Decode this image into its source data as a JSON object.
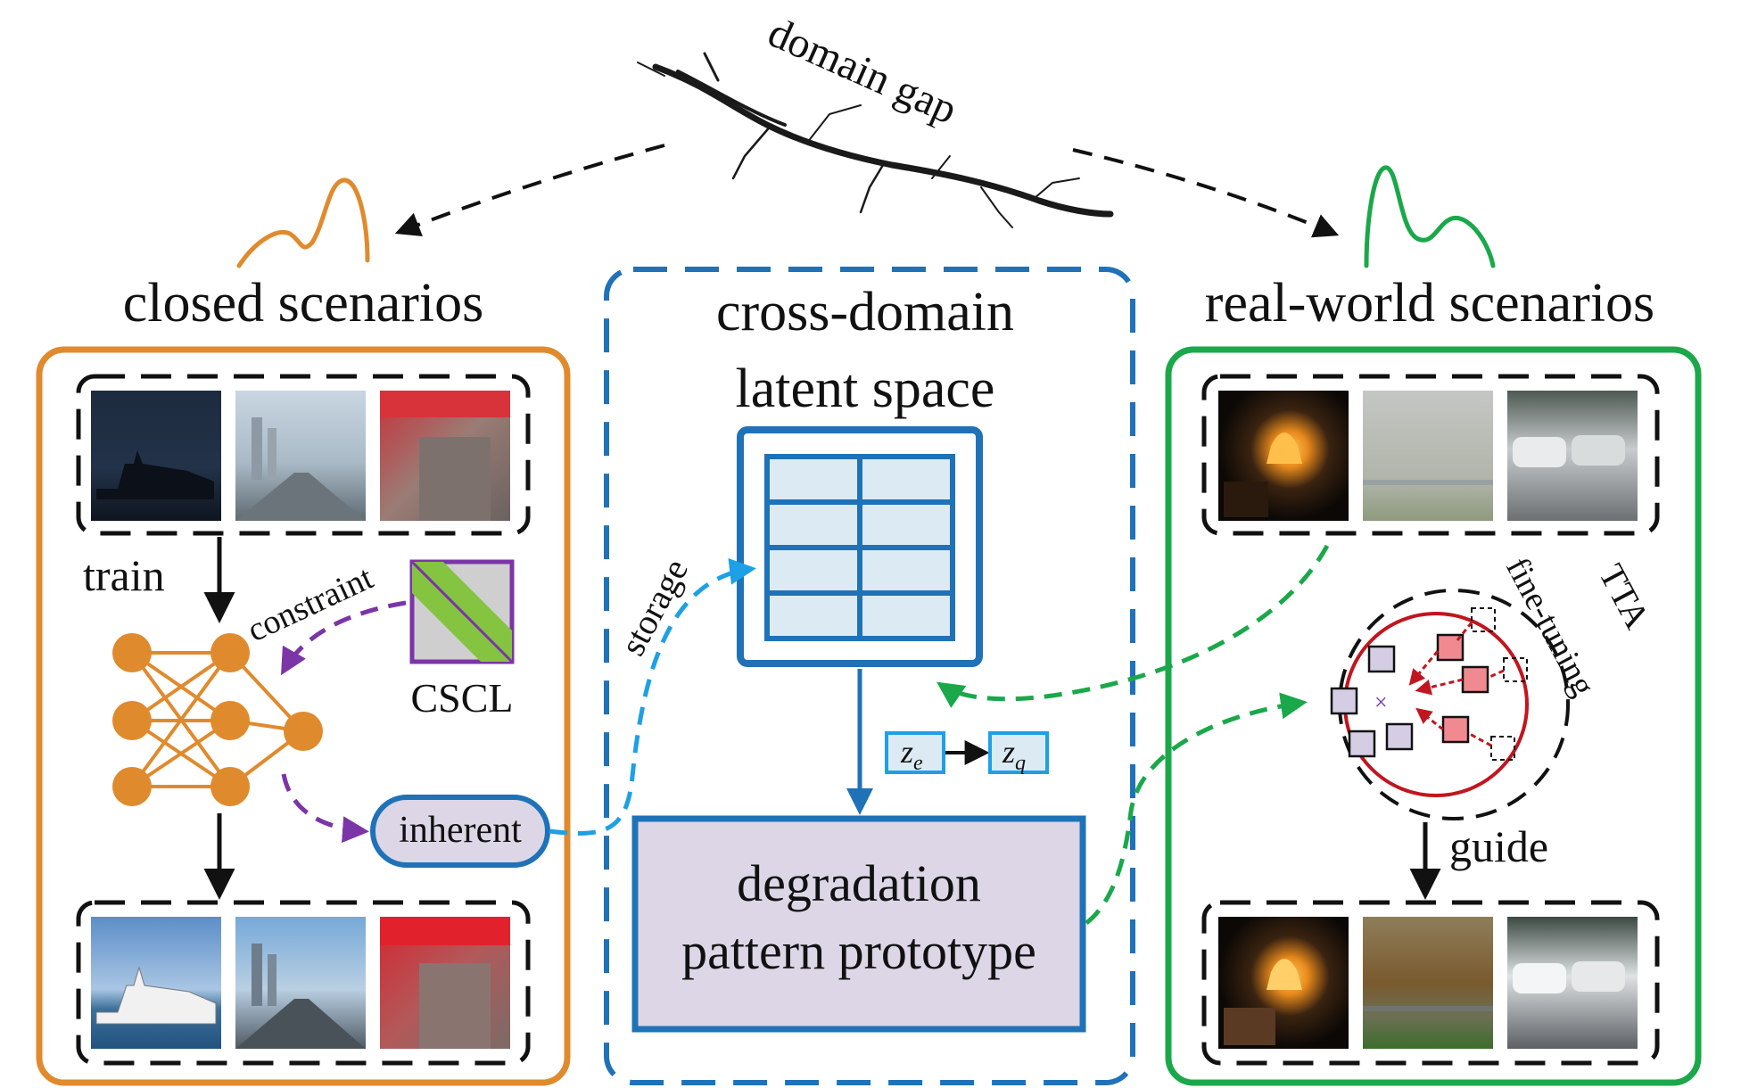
{
  "labels": {
    "domain_gap": "domain gap",
    "closed_scenarios": "closed scenarios",
    "cross_domain_line1": "cross-domain",
    "cross_domain_line2": "latent space",
    "real_world_scenarios": "real-world scenarios",
    "train": "train",
    "constraint": "constraint",
    "cscl": "CSCL",
    "inherent": "inherent",
    "storage": "storage",
    "z_e": "z",
    "z_e_sub": "e",
    "z_q": "z",
    "z_q_sub": "q",
    "degradation_line1": "degradation",
    "degradation_line2": "pattern prototype",
    "tta": "TTA",
    "fine_tuning": "fine-tuning",
    "guide": "guide"
  },
  "colors": {
    "orange": "#e08a2e",
    "green": "#1aa84a",
    "blue": "#1f72b8",
    "light_blue": "#1ea0e6",
    "purple": "#7b35a6",
    "lavender": "#dcd6e6",
    "cell_fill": "#dcebf3",
    "red": "#c0161f",
    "crack": "#1a1a1a"
  },
  "icons": {
    "crack": "crack-icon",
    "network": "neural-network-icon",
    "cscl": "striped-square-icon",
    "codebook": "codebook-grid-icon",
    "cluster": "cluster-circle-icon"
  }
}
